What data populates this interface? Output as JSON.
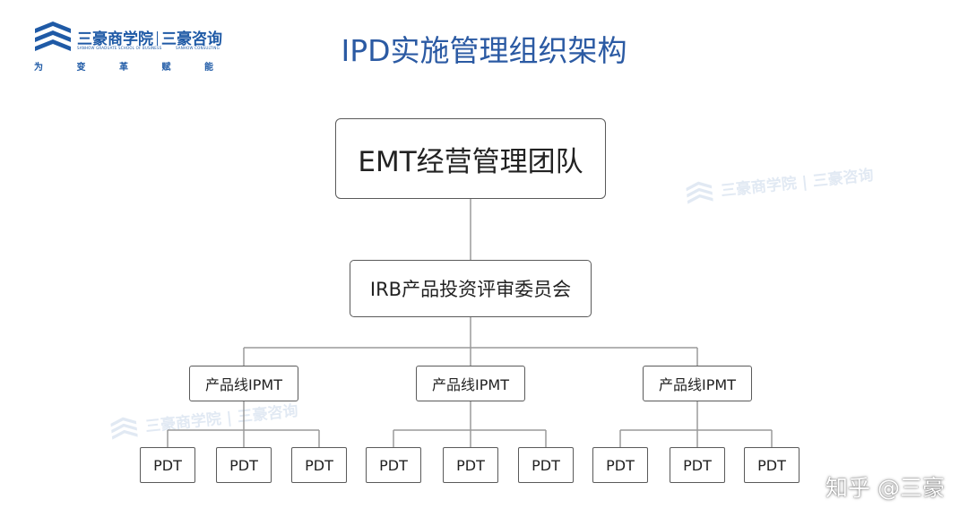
{
  "logo": {
    "name_left": "三豪商学院",
    "name_right": "三豪咨询",
    "english_left": "SANHOW GRADUATE SCHOOL OF BUSINESS",
    "english_right": "SANHOW CONSULTING",
    "slogan": [
      "为",
      "变",
      "革",
      "赋",
      "能"
    ],
    "color": "#1f5aa6"
  },
  "title": "IPD实施管理组织架构",
  "watermark": {
    "text": "三豪商学院 | 三豪咨询"
  },
  "org": {
    "emt": "EMT经营管理团队",
    "irb": "IRB产品投资评审委员会",
    "ipmt_groups": [
      {
        "label": "产品线IPMT",
        "pdts": [
          "PDT",
          "PDT",
          "PDT"
        ]
      },
      {
        "label": "产品线IPMT",
        "pdts": [
          "PDT",
          "PDT",
          "PDT"
        ]
      },
      {
        "label": "产品线IPMT",
        "pdts": [
          "PDT",
          "PDT",
          "PDT"
        ]
      }
    ]
  },
  "credit": "知乎 @三豪",
  "colors": {
    "title": "#2b5aa3",
    "box_border": "#5a5a5a",
    "connector": "#9a9a9a"
  }
}
